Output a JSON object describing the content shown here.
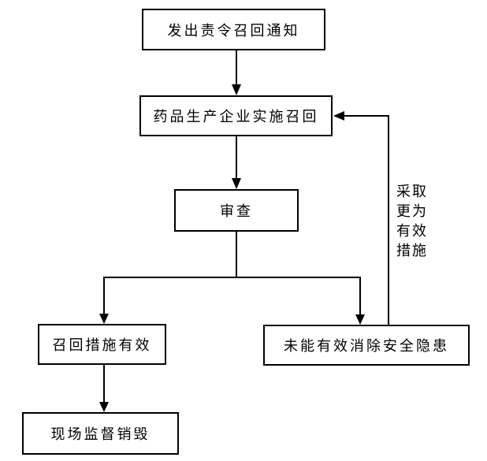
{
  "diagram": {
    "background": "#ffffff",
    "line_color": "#000000",
    "text_color": "#000000",
    "nodes": {
      "notice": {
        "label": "发出责令召回通知"
      },
      "implement": {
        "label": "药品生产企业实施召回"
      },
      "review": {
        "label": "审查"
      },
      "effective": {
        "label": "召回措施有效"
      },
      "destroy": {
        "label": "现场监督销毁"
      },
      "failed": {
        "label": "未能有效消除安全隐患"
      }
    },
    "edge_labels": {
      "more_effective": "采取\n更为\n有效\n措施"
    }
  }
}
